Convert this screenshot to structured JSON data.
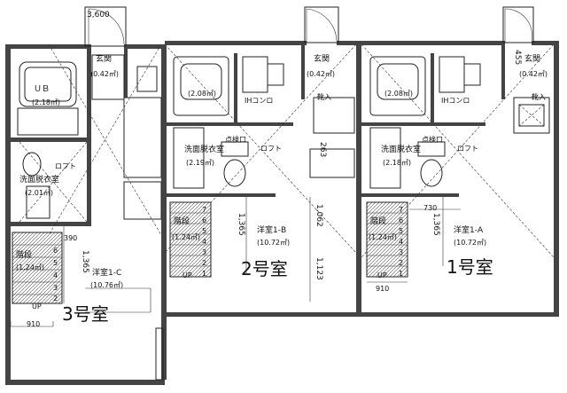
{
  "units": [
    {
      "unit_label": "3号室",
      "bath": "ＵＢ",
      "bath_area": "(2.18㎡)",
      "washroom": "洗面脱衣室",
      "washroom_area": "(2.01㎡)",
      "entrance": "玄関",
      "entrance_area": "(0.42㎡)",
      "stairs": "階段",
      "stairs_area": "(1.24㎡)",
      "room": "洋室1-C",
      "room_area": "(10.76㎡)",
      "up": "UP",
      "dims": [
        "3,600",
        "390",
        "1,365",
        "910"
      ]
    },
    {
      "unit_label": "2号室",
      "bath_area": "(2.08㎡)",
      "ih": "IHコンロ",
      "washroom": "洗面脱衣室",
      "washroom_area": "(2.19㎡)",
      "entrance": "玄関",
      "entrance_area": "(0.42㎡)",
      "shoe": "靴入",
      "stairs": "階段",
      "stairs_area": "(1.24㎡)",
      "room": "洋室1-B",
      "room_area": "(10.72㎡)",
      "up": "UP",
      "dims": [
        "1,365",
        "1,062",
        "1,123"
      ]
    },
    {
      "unit_label": "1号室",
      "bath_area": "(2.08㎡)",
      "ih": "IHコンロ",
      "washroom": "洗面脱衣室",
      "washroom_area": "(2.18㎡)",
      "entrance": "玄関",
      "entrance_area": "(0.42㎡)",
      "shoe": "靴入",
      "stairs": "階段",
      "stairs_area": "(1.24㎡)",
      "room": "洋室1-A",
      "room_area": "(10.72㎡)",
      "up": "UP",
      "dims": [
        "730",
        "1,365",
        "910",
        "455"
      ]
    }
  ],
  "steps": [
    "1",
    "2",
    "3",
    "4",
    "5",
    "6",
    "7"
  ],
  "misc": {
    "loft": "ロフト",
    "sensor": "点検口",
    "dim_263": "263"
  }
}
